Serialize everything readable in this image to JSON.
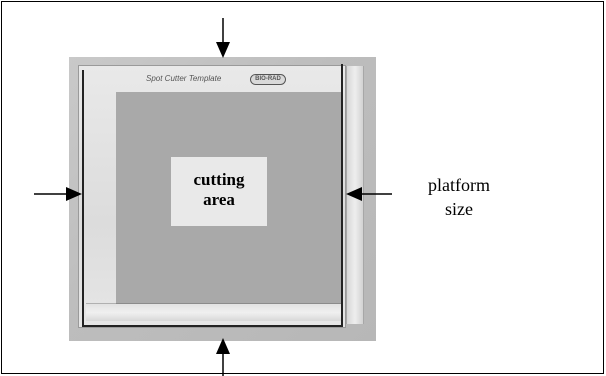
{
  "diagram": {
    "template_title": "Spot Cutter Template",
    "brand_logo": "BIO-RAD",
    "center_label": {
      "line1": "cutting",
      "line2": "area"
    },
    "side_label": {
      "line1": "platform",
      "line2": "size"
    },
    "arrows": [
      "arrow-down-top",
      "arrow-up-bottom",
      "arrow-right-left",
      "arrow-left-right"
    ],
    "colors": {
      "cutting_area": "#a9a9a9",
      "label_box": "#e9e9e9",
      "arrow": "#000000"
    }
  }
}
